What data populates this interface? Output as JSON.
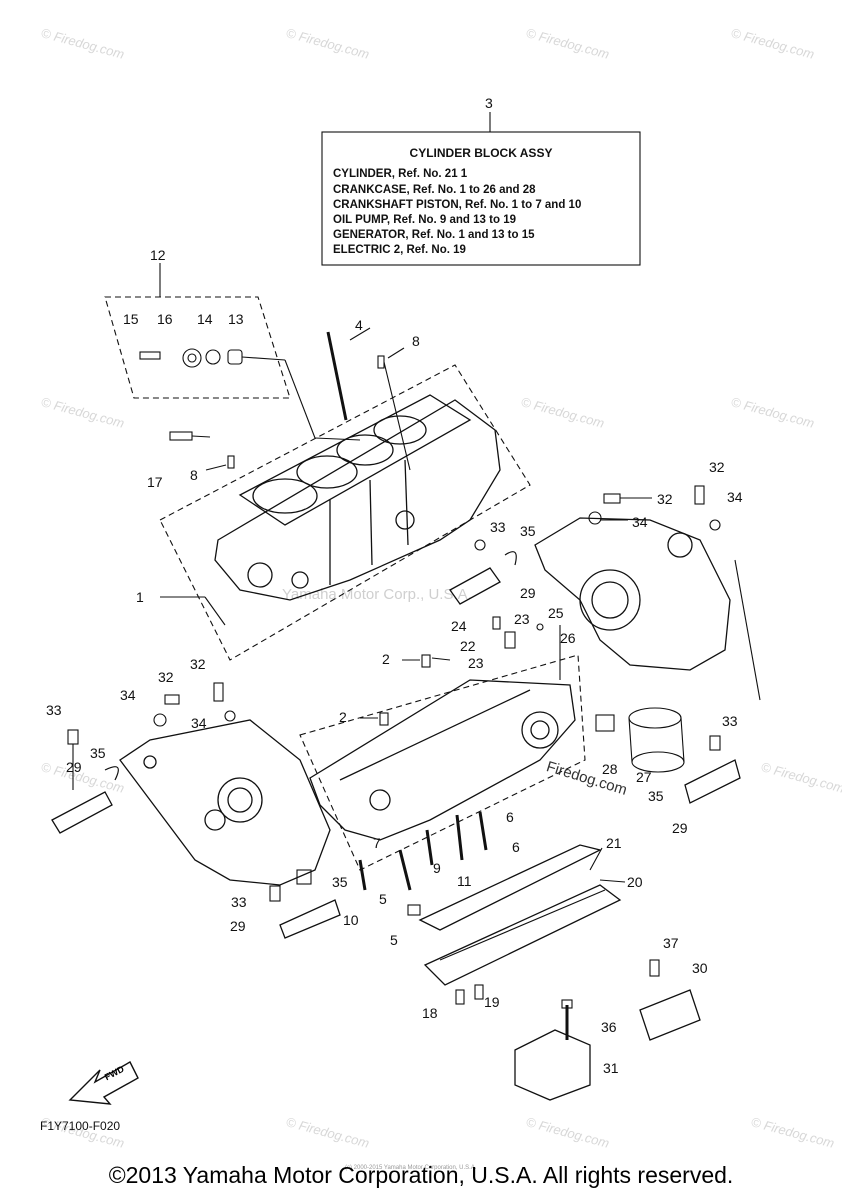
{
  "info_box": {
    "ref": "3",
    "title": "CYLINDER BLOCK ASSY",
    "lines": [
      "CYLINDER, Ref. No. 21 1",
      "CRANKCASE, Ref. No. 1 to 26 and 28",
      "CRANKSHAFT PISTON,  Ref. No. 1 to 7 and 10",
      "OIL PUMP, Ref. No. 9 and 13 to 19",
      "GENERATOR, Ref. No. 1 and 13 to 15",
      "ELECTRIC 2, Ref. No. 19"
    ]
  },
  "callouts": [
    "1",
    "2",
    "2",
    "3",
    "4",
    "5",
    "5",
    "6",
    "6",
    "7",
    "8",
    "8",
    "9",
    "10",
    "11",
    "12",
    "13",
    "14",
    "15",
    "16",
    "17",
    "18",
    "19",
    "20",
    "21",
    "22",
    "23",
    "23",
    "24",
    "25",
    "26",
    "27",
    "28",
    "29",
    "29",
    "29",
    "29",
    "30",
    "31",
    "32",
    "32",
    "32",
    "32",
    "33",
    "33",
    "33",
    "33",
    "34",
    "34",
    "34",
    "34",
    "35",
    "35",
    "35",
    "35",
    "36",
    "37"
  ],
  "watermarks": {
    "site": "© Firedog.com",
    "center": "Yamaha Motor Corp., U.S.A.",
    "firedog": "Firedog.com"
  },
  "fwd_label": "FWD",
  "figure_code": "F1Y7100-F020",
  "copyright": "©2013 Yamaha Motor Corporation, U.S.A. All rights reserved.",
  "fine_print": "(c) 2000-2015 Yamaha Motor Corporation, U.S.A."
}
